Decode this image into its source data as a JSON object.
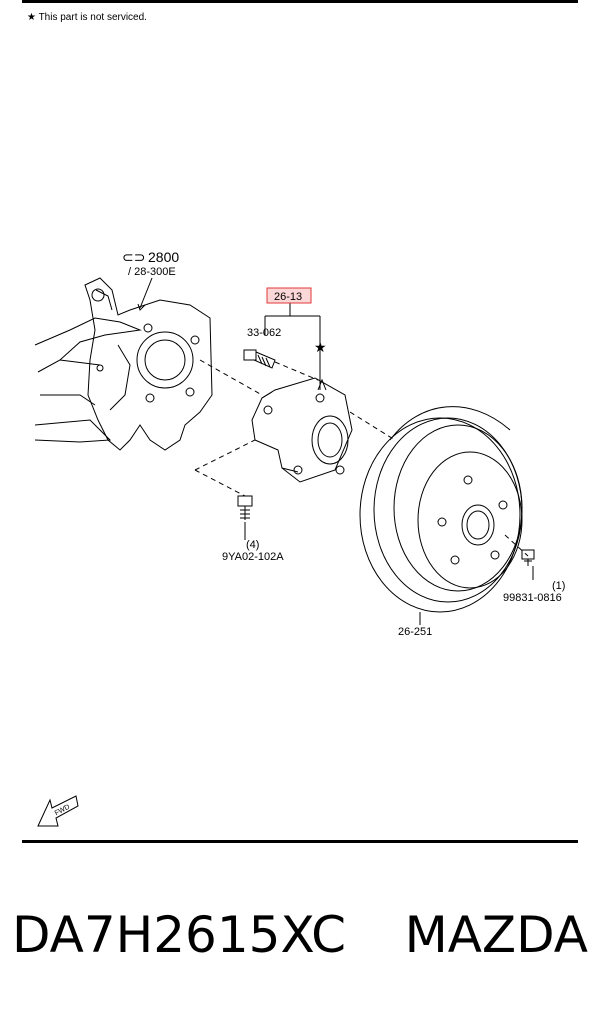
{
  "notice": {
    "symbol": "★",
    "text": "This part is not serviced."
  },
  "parts": {
    "knuckle_ref": "2800",
    "knuckle_sub": "/ 28-300E",
    "hub_assembly": "26-13",
    "hub_bolt": "33-062",
    "not_serviced_mark": "★",
    "brake_drum": "26-251",
    "bolt_qty": "(4)",
    "bolt": "9YA02-102A",
    "screw_qty": "(1)",
    "screw": "99831-0816"
  },
  "fwd_label": "FWD",
  "caption": {
    "part_number": "DA7H2615XC",
    "brand": "MAZDA"
  },
  "colors": {
    "highlight_border": "#e23a3a",
    "highlight_fill": "#fbd7d7",
    "line": "#000000"
  }
}
